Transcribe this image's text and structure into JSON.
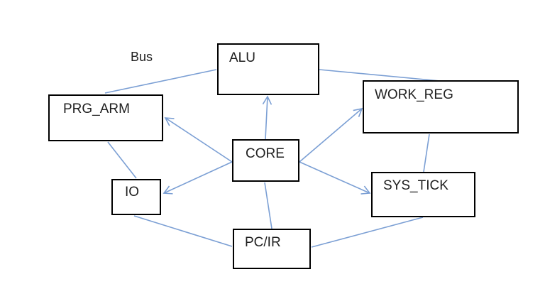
{
  "diagram": {
    "bus_label": "Bus",
    "nodes": [
      {
        "id": "alu",
        "label": "ALU"
      },
      {
        "id": "prg_arm",
        "label": "PRG_ARM"
      },
      {
        "id": "work_reg",
        "label": "WORK_REG"
      },
      {
        "id": "core",
        "label": "CORE"
      },
      {
        "id": "io",
        "label": "IO"
      },
      {
        "id": "sys_tick",
        "label": "SYS_TICK"
      },
      {
        "id": "pc_ir",
        "label": "PC/IR"
      }
    ],
    "edges": [
      {
        "from": "prg_arm",
        "to": "alu",
        "arrow": "none"
      },
      {
        "from": "alu",
        "to": "work_reg",
        "arrow": "none"
      },
      {
        "from": "core",
        "to": "alu",
        "arrow": "to"
      },
      {
        "from": "core",
        "to": "prg_arm",
        "arrow": "to"
      },
      {
        "from": "core",
        "to": "io",
        "arrow": "to"
      },
      {
        "from": "core",
        "to": "work_reg",
        "arrow": "to"
      },
      {
        "from": "core",
        "to": "sys_tick",
        "arrow": "to"
      },
      {
        "from": "core",
        "to": "pc_ir",
        "arrow": "none"
      },
      {
        "from": "prg_arm",
        "to": "io",
        "arrow": "none"
      },
      {
        "from": "io",
        "to": "pc_ir",
        "arrow": "none"
      },
      {
        "from": "work_reg",
        "to": "sys_tick",
        "arrow": "none"
      },
      {
        "from": "pc_ir",
        "to": "sys_tick",
        "arrow": "none"
      }
    ]
  },
  "colors": {
    "background": "#ffffff",
    "box_border": "#000000",
    "text": "#1f1f1f",
    "connector": "#7b9fd4"
  }
}
